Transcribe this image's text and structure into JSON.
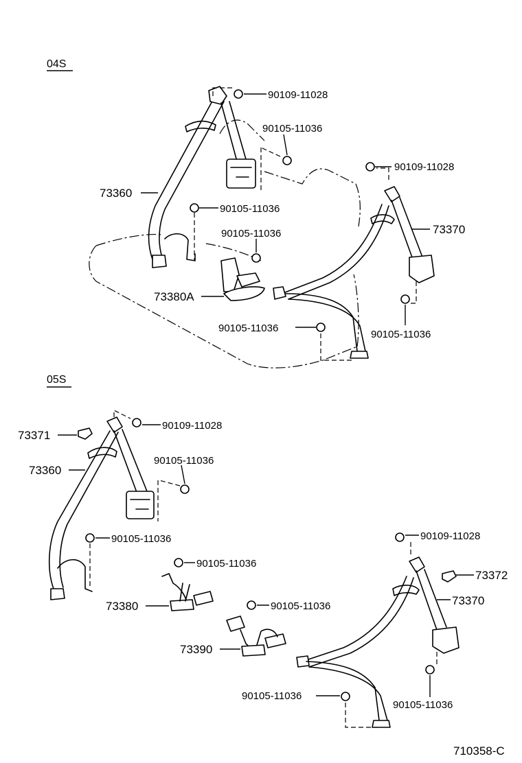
{
  "sections": {
    "s04": "04S",
    "s05": "05S"
  },
  "labels": {
    "a_90109_11028": "90109-11028",
    "a_90105_11036_top": "90105-11036",
    "a_73360": "73360",
    "a_90105_11036_mid": "90105-11036",
    "a_90105_11036_buckle": "90105-11036",
    "a_73380A": "73380A",
    "a_90105_11036_bot": "90105-11036",
    "a_90109_11028_r": "90109-11028",
    "a_73370": "73370",
    "a_90105_11036_r": "90105-11036",
    "b_73371": "73371",
    "b_90109_11028": "90109-11028",
    "b_90105_11036_top": "90105-11036",
    "b_73360": "73360",
    "b_90105_11036_mid": "90105-11036",
    "b_90105_11036_b1": "90105-11036",
    "b_73380": "73380",
    "b_90105_11036_b2": "90105-11036",
    "b_73390": "73390",
    "b_90109_11028_r": "90109-11028",
    "b_73372": "73372",
    "b_73370": "73370",
    "b_90105_11036_bl": "90105-11036",
    "b_90105_11036_br": "90105-11036"
  },
  "figure_code": "710358-C"
}
